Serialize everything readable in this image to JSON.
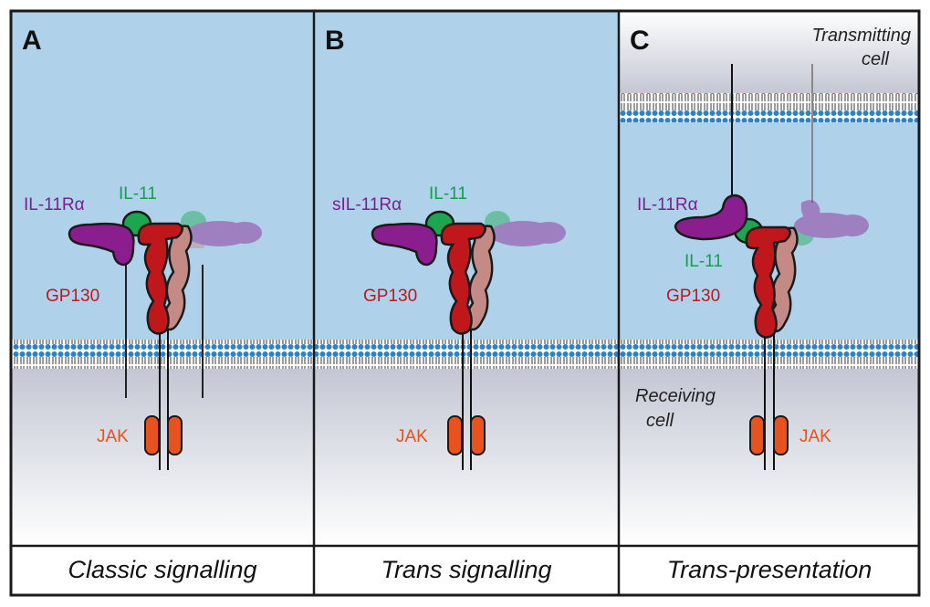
{
  "panels": [
    {
      "letter": "A",
      "caption": "Classic signalling",
      "receptor_label": "IL-11Rα",
      "ligand_label": "IL-11",
      "gp130_label": "GP130",
      "jak_label": "JAK"
    },
    {
      "letter": "B",
      "caption": "Trans signalling",
      "receptor_label": "sIL-11Rα",
      "ligand_label": "IL-11",
      "gp130_label": "GP130",
      "jak_label": "JAK"
    },
    {
      "letter": "C",
      "caption": "Trans-presentation",
      "receptor_label": "IL-11Rα",
      "ligand_label": "IL-11",
      "gp130_label": "GP130",
      "jak_label": "JAK",
      "transmitting_line1": "Transmitting",
      "transmitting_line2": "cell",
      "receiving_line1": "Receiving",
      "receiving_line2": "cell"
    }
  ],
  "colors": {
    "extracellular": "#afd2ea",
    "membrane_head": "#2a82c8",
    "cytoplasm_top": "#c4c7d4",
    "cytoplasm_bottom": "#ffffff",
    "il11ra": "#8b1e8f",
    "il11": "#1ca650",
    "gp130": "#c0171c",
    "gp130_partner": "#c48b86",
    "jak": "#e8521f"
  }
}
